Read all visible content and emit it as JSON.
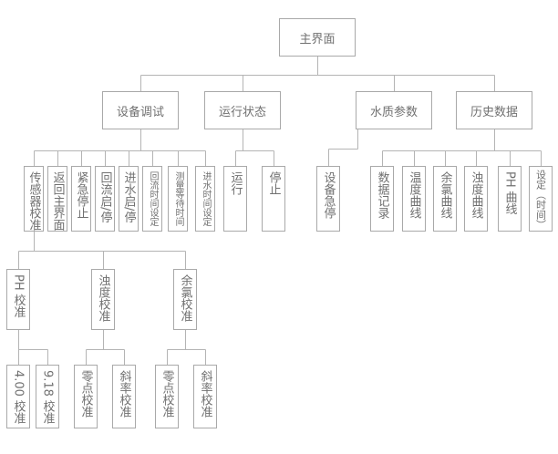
{
  "colors": {
    "text": "#707070",
    "border": "#a9a9a9",
    "connector": "#b4b4b4"
  },
  "tree": {
    "label": "主界面",
    "children": [
      {
        "label": "设备调试",
        "children": [
          {
            "label": "传感器校准",
            "children": [
              {
                "label": "PH 校准",
                "children": [
                  {
                    "label": "4.00 校准"
                  },
                  {
                    "label": "9.18 校准"
                  }
                ]
              },
              {
                "label": "浊度校准",
                "children": [
                  {
                    "label": "零点校准"
                  },
                  {
                    "label": "斜率校准"
                  }
                ]
              },
              {
                "label": "余氯校准",
                "children": [
                  {
                    "label": "零点校准"
                  },
                  {
                    "label": "斜率校准"
                  }
                ]
              }
            ]
          },
          {
            "label": "返回主界面"
          },
          {
            "label": "紧急停止"
          },
          {
            "label": "回流启/停"
          },
          {
            "label": "进水启/停"
          },
          {
            "label": "回流时间设定"
          },
          {
            "label": "测量等待时间"
          },
          {
            "label": "进水时间设定"
          }
        ]
      },
      {
        "label": "运行状态",
        "children": [
          {
            "label": "运行"
          },
          {
            "label": "停止"
          }
        ]
      },
      {
        "label": "水质参数",
        "children": [
          {
            "label": "设备急停"
          }
        ]
      },
      {
        "label": "历史数据",
        "children": [
          {
            "label": "数据记录"
          },
          {
            "label": "温度曲线"
          },
          {
            "label": "余氯曲线"
          },
          {
            "label": "浊度曲线"
          },
          {
            "label": "PH 曲线"
          },
          {
            "label": "设定（时间）"
          }
        ]
      }
    ]
  }
}
